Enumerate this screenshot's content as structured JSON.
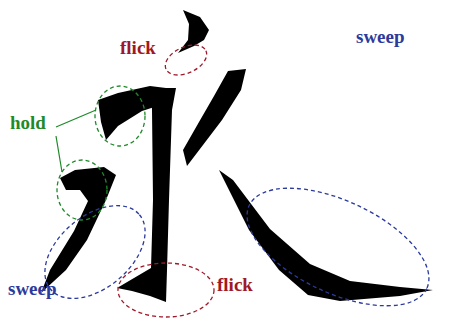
{
  "diagram": {
    "labels": [
      "flick",
      "sweep",
      "hold",
      "sweep",
      "flick"
    ]
  }
}
